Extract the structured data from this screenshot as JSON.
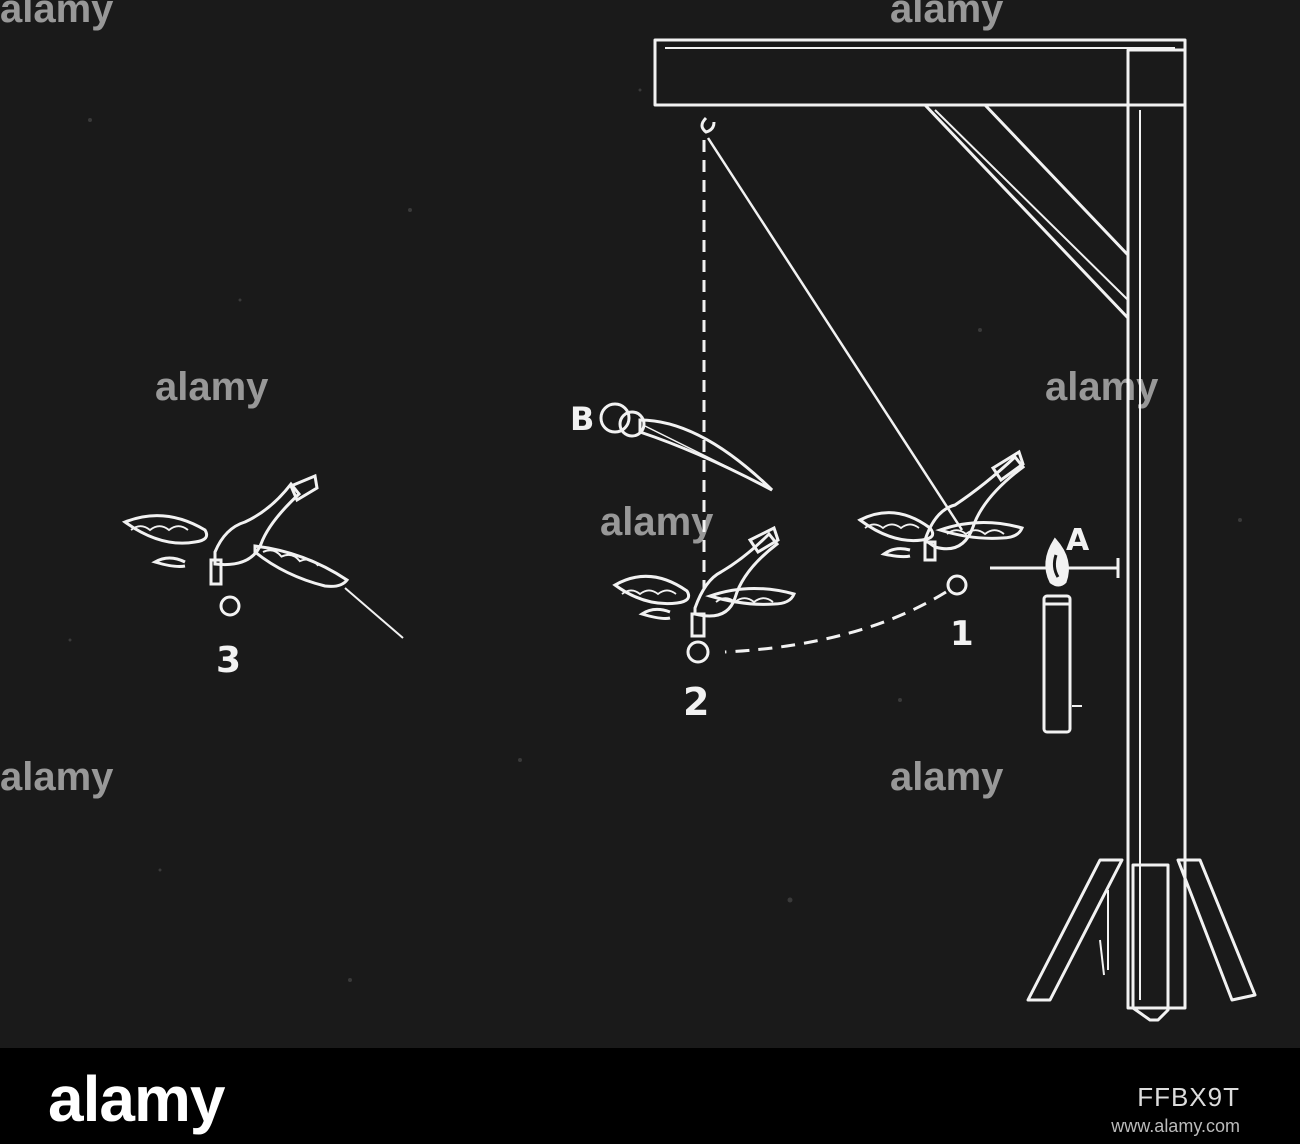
{
  "labels": {
    "a": "A",
    "b": "B",
    "p1": "1",
    "p2": "2",
    "p3": "3"
  },
  "watermark": "alamy",
  "footer": {
    "brand": "alamy",
    "image_id": "FFBX9T",
    "url": "www.alamy.com"
  },
  "colors": {
    "background": "#1a1a1a",
    "line": "#f2f2f2",
    "footer": "#000000"
  }
}
